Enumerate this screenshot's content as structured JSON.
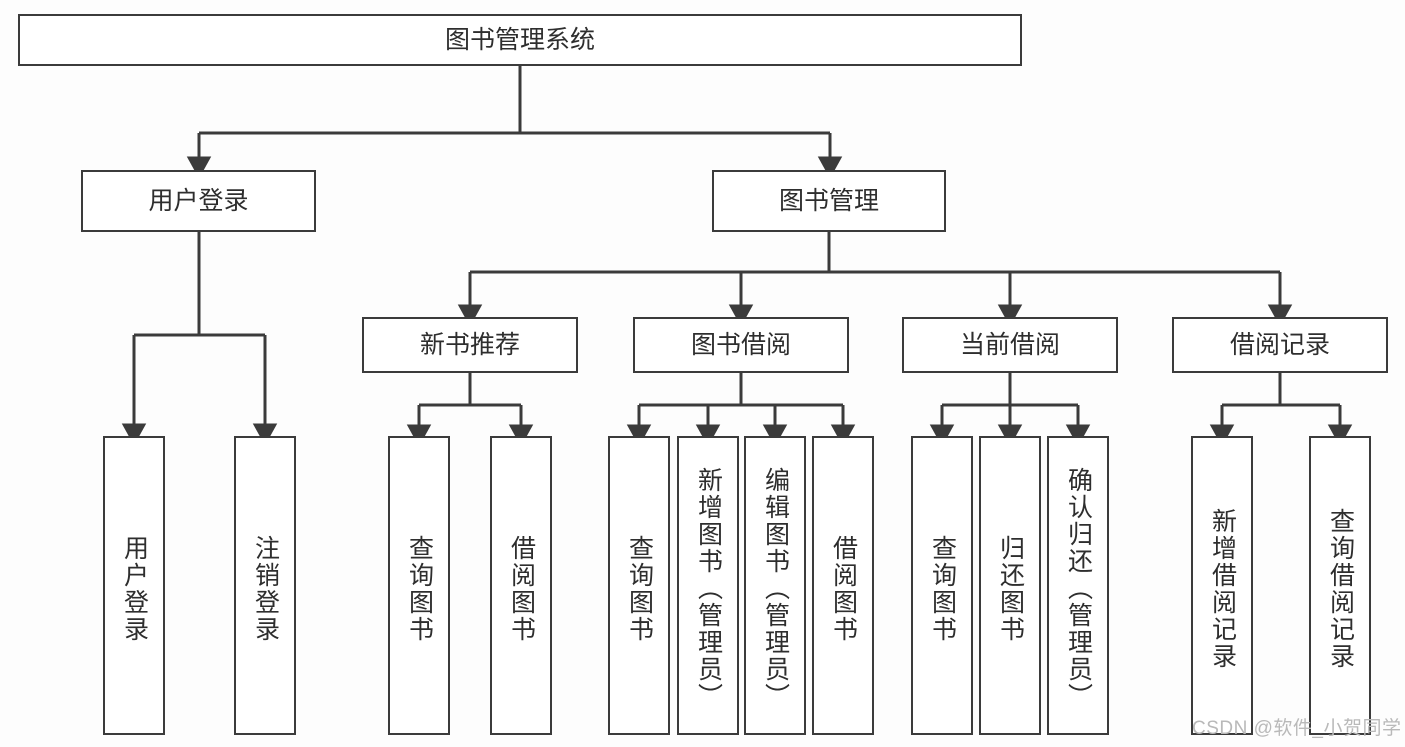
{
  "diagram": {
    "title": "图书管理系统",
    "watermark": "CSDN @软件_小贺同学",
    "colors": {
      "stroke": "#3b3b3b",
      "box_fill": "#ffffff",
      "text": "#2e2e2e",
      "background": "#fdfdfd",
      "watermark": "#b9b9b9"
    },
    "root": {
      "label": "图书管理系统"
    },
    "level2": [
      {
        "label": "用户登录"
      },
      {
        "label": "图书管理"
      }
    ],
    "level3": [
      {
        "label": "新书推荐"
      },
      {
        "label": "图书借阅"
      },
      {
        "label": "当前借阅"
      },
      {
        "label": "借阅记录"
      }
    ],
    "leaves": {
      "user_login": [
        {
          "label": "用户登录"
        },
        {
          "label": "注销登录"
        }
      ],
      "new_book_recommend": [
        {
          "label": "查询图书"
        },
        {
          "label": "借阅图书"
        }
      ],
      "book_borrow": [
        {
          "label": "查询图书"
        },
        {
          "label": "新增图书（管理员）"
        },
        {
          "label": "编辑图书（管理员）"
        },
        {
          "label": "借阅图书"
        }
      ],
      "current_borrow": [
        {
          "label": "查询图书"
        },
        {
          "label": "归还图书"
        },
        {
          "label": "确认归还（管理员）"
        }
      ],
      "borrow_record": [
        {
          "label": "新增借阅记录"
        },
        {
          "label": "查询借阅记录"
        }
      ]
    }
  }
}
